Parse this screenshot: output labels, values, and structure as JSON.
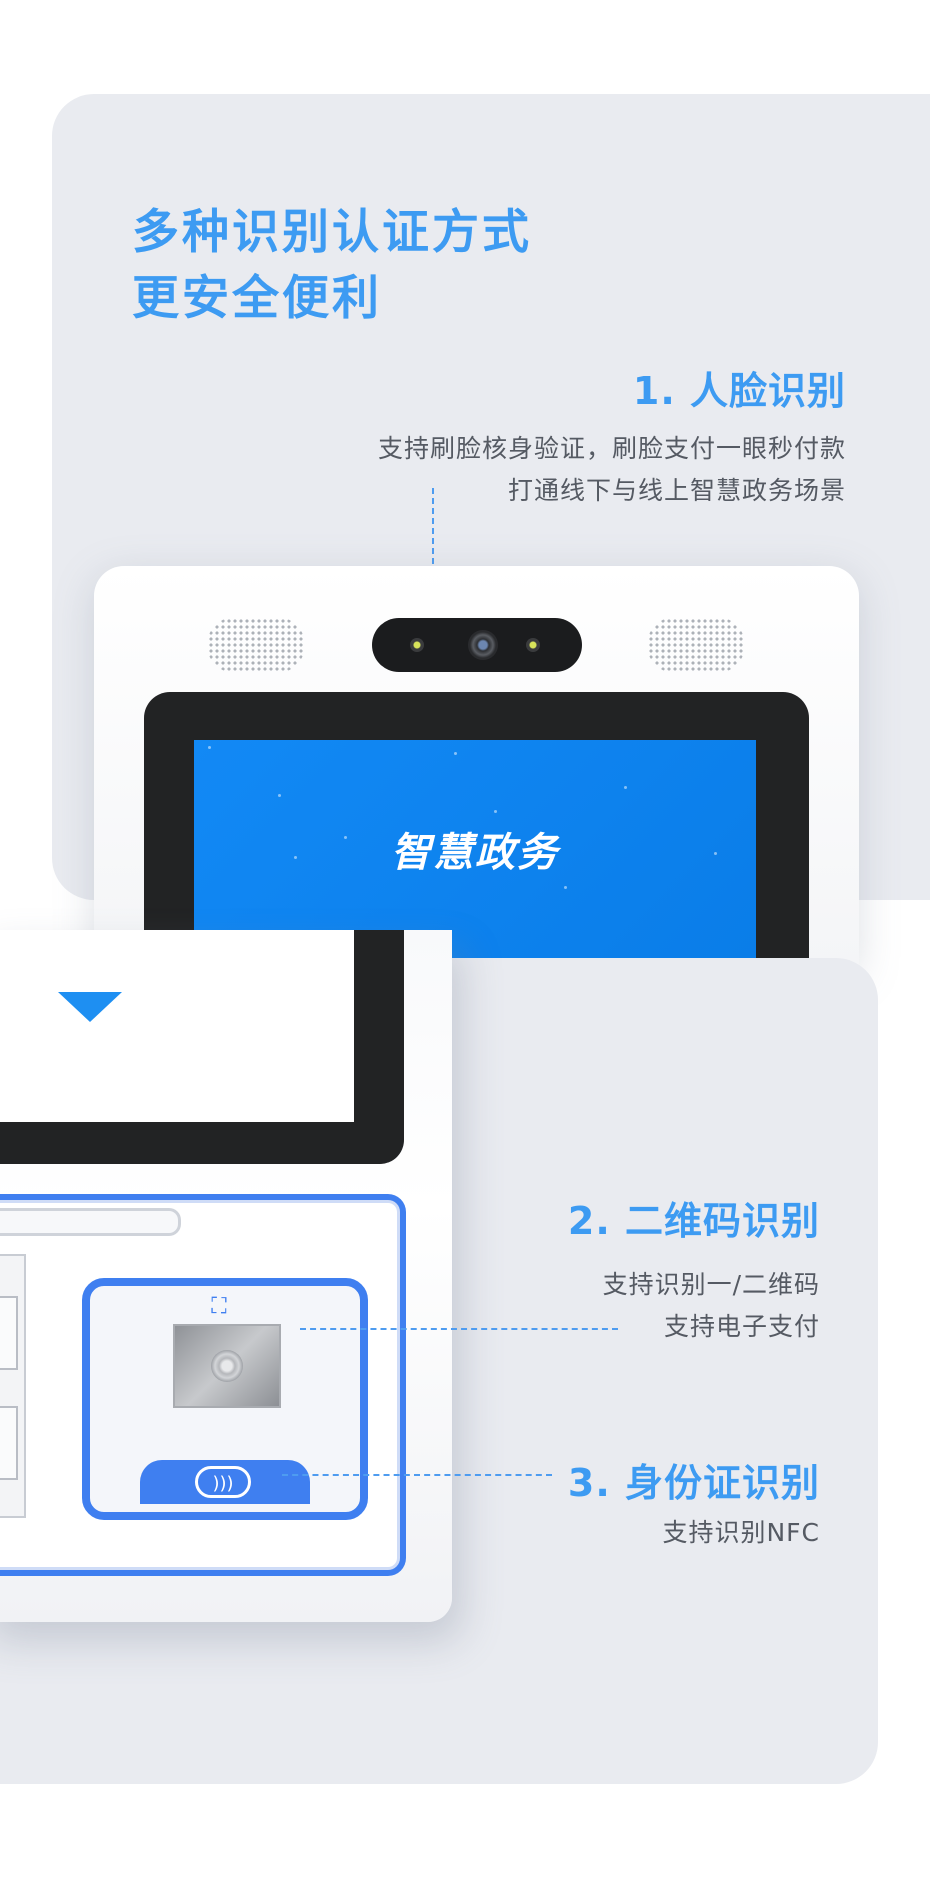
{
  "headline": {
    "line1": "多种识别认证方式",
    "line2": "更安全便利"
  },
  "features": [
    {
      "title": "1. 人脸识别",
      "desc_lines": [
        "支持刷脸核身验证，刷脸支付一眼秒付款",
        "打通线下与线上智慧政务场景"
      ]
    },
    {
      "title": "2. 二维码识别",
      "desc_lines": [
        "支持识别一/二维码",
        "支持电子支付"
      ]
    },
    {
      "title": "3. 身份证识别",
      "desc_lines": [
        "支持识别NFC"
      ]
    }
  ],
  "device": {
    "screen_title": "智慧政务",
    "icons": [
      "camera-icon",
      "speaker-icon",
      "scan-frame-icon",
      "nfc-icon",
      "triangle-down-icon"
    ]
  },
  "colors": {
    "accent": "#3d9bf2",
    "screen_blue": "#1289f5",
    "module_blue": "#3f7ff0",
    "panel_bg": "#e9ebf0",
    "desc_text": "#555a63"
  }
}
